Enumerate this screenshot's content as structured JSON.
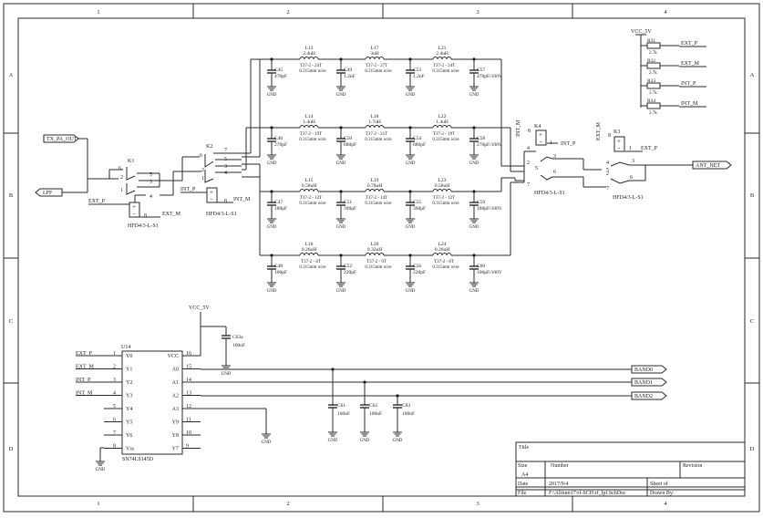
{
  "frame": {
    "cols": [
      "1",
      "2",
      "3",
      "4"
    ],
    "rows": [
      "A",
      "B",
      "C",
      "D"
    ]
  },
  "ports": {
    "tx_pa_out": "TX_PA_OUT",
    "lpf": "LPF",
    "ant_net": "ANT_NET",
    "band0": "BAND0",
    "band1": "BAND1",
    "band2": "BAND2"
  },
  "relays": {
    "k1": {
      "ref": "K1",
      "part": "HFD4/3-L-S1",
      "coil_plus": "EXT_P",
      "coil_minus": "EXT_M"
    },
    "k2": {
      "ref": "K2",
      "part": "HFD4/3-L-S1",
      "coil_plus": "INT_P",
      "coil_minus": "INT_M"
    },
    "k4": {
      "ref": "K4",
      "part": "HFD4/3-L-S1",
      "coil_plus": "INT_P",
      "coil_minus": "INT_M"
    },
    "k3": {
      "ref": "K3",
      "part": "HFD4/3-L-S1",
      "coil_plus": "EXT_P",
      "coil_minus": "EXT_M"
    }
  },
  "filters": [
    {
      "caps": [
        {
          "ref": "C45",
          "val": "470pF"
        },
        {
          "ref": "C49",
          "val": "1.2nF"
        },
        {
          "ref": "C53",
          "val": "1.2nF"
        },
        {
          "ref": "C57",
          "val": "470pF/100V"
        }
      ],
      "inductors": [
        {
          "ref": "L13",
          "val": "2.4uH",
          "core": "T37-2 - 24T",
          "wire": "0.315mm wire"
        },
        {
          "ref": "L17",
          "val": "3uH",
          "core": "T37-2 - 27T",
          "wire": "0.315mm wire"
        },
        {
          "ref": "L21",
          "val": "2.4uH",
          "core": "T37-2 - 24T",
          "wire": "0.315mm wire"
        }
      ]
    },
    {
      "caps": [
        {
          "ref": "C46",
          "val": "270pF"
        },
        {
          "ref": "C50",
          "val": "680pF"
        },
        {
          "ref": "C54",
          "val": "680pF"
        },
        {
          "ref": "C58",
          "val": "270pF/100V"
        }
      ],
      "inductors": [
        {
          "ref": "L14",
          "val": "1.4uH",
          "core": "T37-2 - 19T",
          "wire": "0.315mm wire"
        },
        {
          "ref": "L18",
          "val": "1.7uH",
          "core": "T37-2 - 21T",
          "wire": "0.315mm wire"
        },
        {
          "ref": "L22",
          "val": "1.4uH",
          "core": "T37-2 - 19T",
          "wire": "0.315mm wire"
        }
      ]
    },
    {
      "caps": [
        {
          "ref": "C47",
          "val": "180pF"
        },
        {
          "ref": "C51",
          "val": "390pF"
        },
        {
          "ref": "C55",
          "val": "390pF"
        },
        {
          "ref": "C59",
          "val": "180pF/100V"
        }
      ],
      "inductors": [
        {
          "ref": "L15",
          "val": "0.58uH",
          "core": "T37-2 - 12T",
          "wire": "0.315mm wire"
        },
        {
          "ref": "L19",
          "val": "0.78uH",
          "core": "T37-2 - 14T",
          "wire": "0.315mm wire"
        },
        {
          "ref": "L23",
          "val": "0.58uH",
          "core": "T37-2 - 12T",
          "wire": "0.315mm wire"
        }
      ]
    },
    {
      "caps": [
        {
          "ref": "C48",
          "val": "100pF"
        },
        {
          "ref": "C52",
          "val": "220pF"
        },
        {
          "ref": "C56",
          "val": "220pF"
        },
        {
          "ref": "C60",
          "val": "100pF/100V"
        }
      ],
      "inductors": [
        {
          "ref": "L16",
          "val": "0.26uH",
          "core": "T37-2 - 8T",
          "wire": "0.315mm wire"
        },
        {
          "ref": "L20",
          "val": "0.32uH",
          "core": "T37-2 - 9T",
          "wire": "0.315mm wire"
        },
        {
          "ref": "L24",
          "val": "0.26uH",
          "core": "T37-2 - 8T",
          "wire": "0.315mm wire"
        }
      ]
    }
  ],
  "resistors": {
    "supply": "VCC_5V",
    "items": [
      {
        "ref": "R31",
        "val": "2.7k",
        "net": "EXT_P"
      },
      {
        "ref": "R32",
        "val": "2.7k",
        "net": "EXT_M"
      },
      {
        "ref": "R33",
        "val": "2.7k",
        "net": "INT_P"
      },
      {
        "ref": "R34",
        "val": "2.7k",
        "net": "INT_M"
      }
    ]
  },
  "ic": {
    "ref": "U14",
    "part": "SN74LS145D",
    "supply": "VCC_5V",
    "decoupling": {
      "ref": "C63a",
      "val": "100nF"
    },
    "left_pins": [
      {
        "num": "1",
        "name": "Y0",
        "net": "EXT_P"
      },
      {
        "num": "2",
        "name": "Y1",
        "net": "EXT_M"
      },
      {
        "num": "3",
        "name": "Y2",
        "net": "INT_P"
      },
      {
        "num": "4",
        "name": "Y3",
        "net": "INT_M"
      },
      {
        "num": "5",
        "name": "Y4",
        "net": ""
      },
      {
        "num": "6",
        "name": "Y5",
        "net": ""
      },
      {
        "num": "7",
        "name": "Y6",
        "net": ""
      },
      {
        "num": "8",
        "name": "Vss",
        "net": ""
      }
    ],
    "right_pins": [
      {
        "num": "16",
        "name": "VCC"
      },
      {
        "num": "15",
        "name": "A0"
      },
      {
        "num": "14",
        "name": "A1"
      },
      {
        "num": "13",
        "name": "A2"
      },
      {
        "num": "12",
        "name": "A3"
      },
      {
        "num": "11",
        "name": "Y9"
      },
      {
        "num": "10",
        "name": "Y8"
      },
      {
        "num": "9",
        "name": "Y7"
      }
    ],
    "bus_caps": [
      {
        "ref": "C61",
        "val": "100nF"
      },
      {
        "ref": "C62",
        "val": "100nF"
      },
      {
        "ref": "C63",
        "val": "100nF"
      }
    ]
  },
  "title_block": {
    "title_label": "Title",
    "size_label": "Size",
    "size_value": "A4",
    "number_label": "Number",
    "revision_label": "Revision",
    "date_label": "Date",
    "date_value": "2017/9/4",
    "sheet_label": "Sheet   of",
    "file_label": "File",
    "file_value": "F:\\Altium17\\rf-SCH\\rf_lpf.SchDoc",
    "drawn_label": "Drawn By:"
  },
  "colors": {
    "line": "#2a2a2a",
    "text": "#1a1a1a",
    "background": "#ffffff"
  }
}
